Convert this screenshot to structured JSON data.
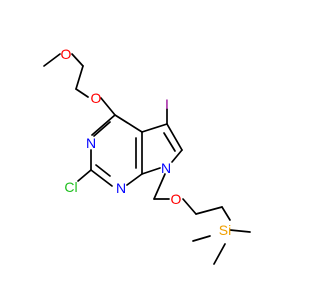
{
  "molecule": {
    "atoms": {
      "o_ether_top": "O",
      "o_aryl": "O",
      "i": "I",
      "n_upper": "N",
      "n_lower": "N",
      "n_pyrrole": "N",
      "cl": "Cl",
      "o_sem": "O",
      "si": "Si"
    },
    "colors": {
      "bond": "#000000",
      "oxygen": "#ff0000",
      "nitrogen": "#0000ff",
      "iodine": "#940094",
      "chlorine": "#1fbf1f",
      "silicon": "#f0a000"
    }
  }
}
